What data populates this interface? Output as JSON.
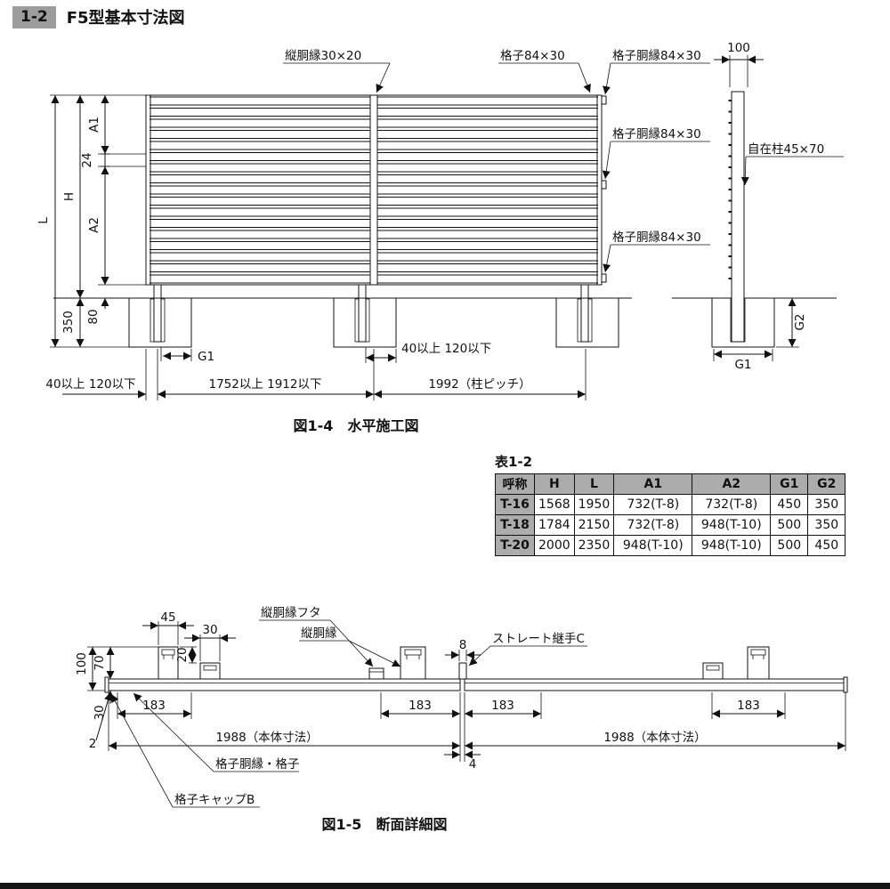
{
  "page": {
    "badge": "1-2",
    "title": "F5型基本寸法図"
  },
  "fig1": {
    "caption": "図1-4　水平施工図",
    "labels": {
      "tate_dobuchi": "縦胴縁30×20",
      "koshi": "格子84×30",
      "koshi_dobuchi": "格子胴縁84×30",
      "jizaibashira": "自在柱45×70",
      "dim100": "100",
      "L": "L",
      "H": "H",
      "A1": "A1",
      "n24": "24",
      "A2": "A2",
      "n350": "350",
      "n80": "80",
      "G1": "G1",
      "G2": "G2",
      "range40_120": "40以上 120以下",
      "range1752": "1752以上 1912以下",
      "pitch1992": "1992（柱ピッチ）"
    }
  },
  "table": {
    "title": "表1-2",
    "headers": [
      "呼称",
      "H",
      "L",
      "A1",
      "A2",
      "G1",
      "G2"
    ],
    "rows": [
      [
        "T-16",
        "1568",
        "1950",
        "732(T-8)",
        "732(T-8)",
        "450",
        "350"
      ],
      [
        "T-18",
        "1784",
        "2150",
        "732(T-8)",
        "948(T-10)",
        "500",
        "350"
      ],
      [
        "T-20",
        "2000",
        "2350",
        "948(T-10)",
        "948(T-10)",
        "500",
        "450"
      ]
    ]
  },
  "fig2": {
    "caption": "図1-5　断面詳細図",
    "labels": {
      "n45": "45",
      "n20": "20",
      "n30": "30",
      "n70": "70",
      "n100": "100",
      "n2": "2",
      "n8": "8",
      "n4": "4",
      "n183": "183",
      "n1988": "1988（本体寸法）",
      "tate_dobuchi_futa": "縦胴縁フタ",
      "tate_dobuchi": "縦胴縁",
      "straight_joint": "ストレート継手C",
      "koshi_dobuchi_koshi": "格子胴縁・格子",
      "koshi_capB": "格子キャップB"
    }
  }
}
